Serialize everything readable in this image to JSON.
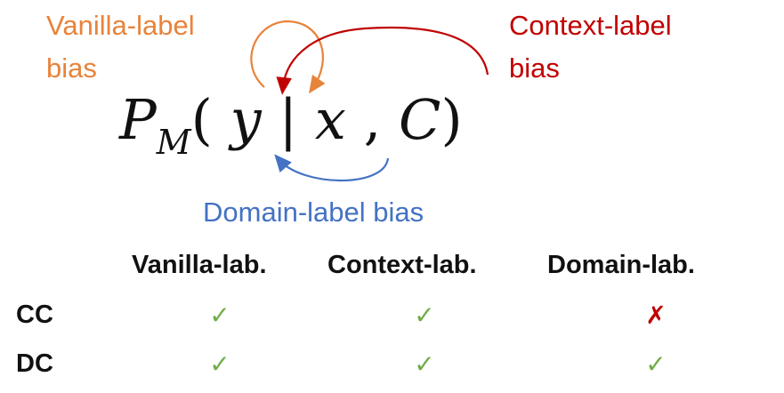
{
  "labels": {
    "vanilla_line1": "Vanilla-label",
    "vanilla_line2": "bias",
    "context_line1": "Context-label",
    "context_line2": "bias",
    "domain": "Domain-label bias"
  },
  "formula": {
    "P": "P",
    "sub": "M",
    "lparen": "(",
    "y": "y",
    "bar": "|",
    "x": "x",
    "comma": ",",
    "C": "C",
    "rparen": ")"
  },
  "table": {
    "columns": [
      "Vanilla-lab.",
      "Context-lab.",
      "Domain-lab."
    ],
    "rows": [
      {
        "label": "CC",
        "cells": [
          "✓",
          "✓",
          "✗"
        ]
      },
      {
        "label": "DC",
        "cells": [
          "✓",
          "✓",
          "✓"
        ]
      }
    ]
  },
  "colors": {
    "vanilla": "#E8833A",
    "context": "#C00000",
    "domain": "#4472C4",
    "check": "#70AD47",
    "cross": "#C00000"
  }
}
